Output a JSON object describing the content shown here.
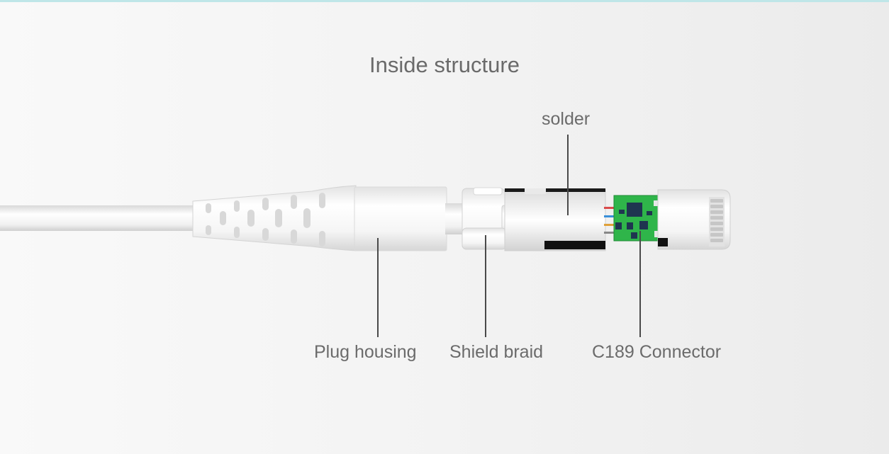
{
  "title": "Inside structure",
  "labels": {
    "solder": "solder",
    "plug_housing": "Plug housing",
    "shield_braid": "Shield braid",
    "connector": "C189 Connector"
  },
  "colors": {
    "pcb": "#2fb54a",
    "chip": "#1f3550",
    "label_text": "#6b6b6b",
    "leader_line": "#4a4a4a",
    "plastic": "#f4f4f4"
  }
}
